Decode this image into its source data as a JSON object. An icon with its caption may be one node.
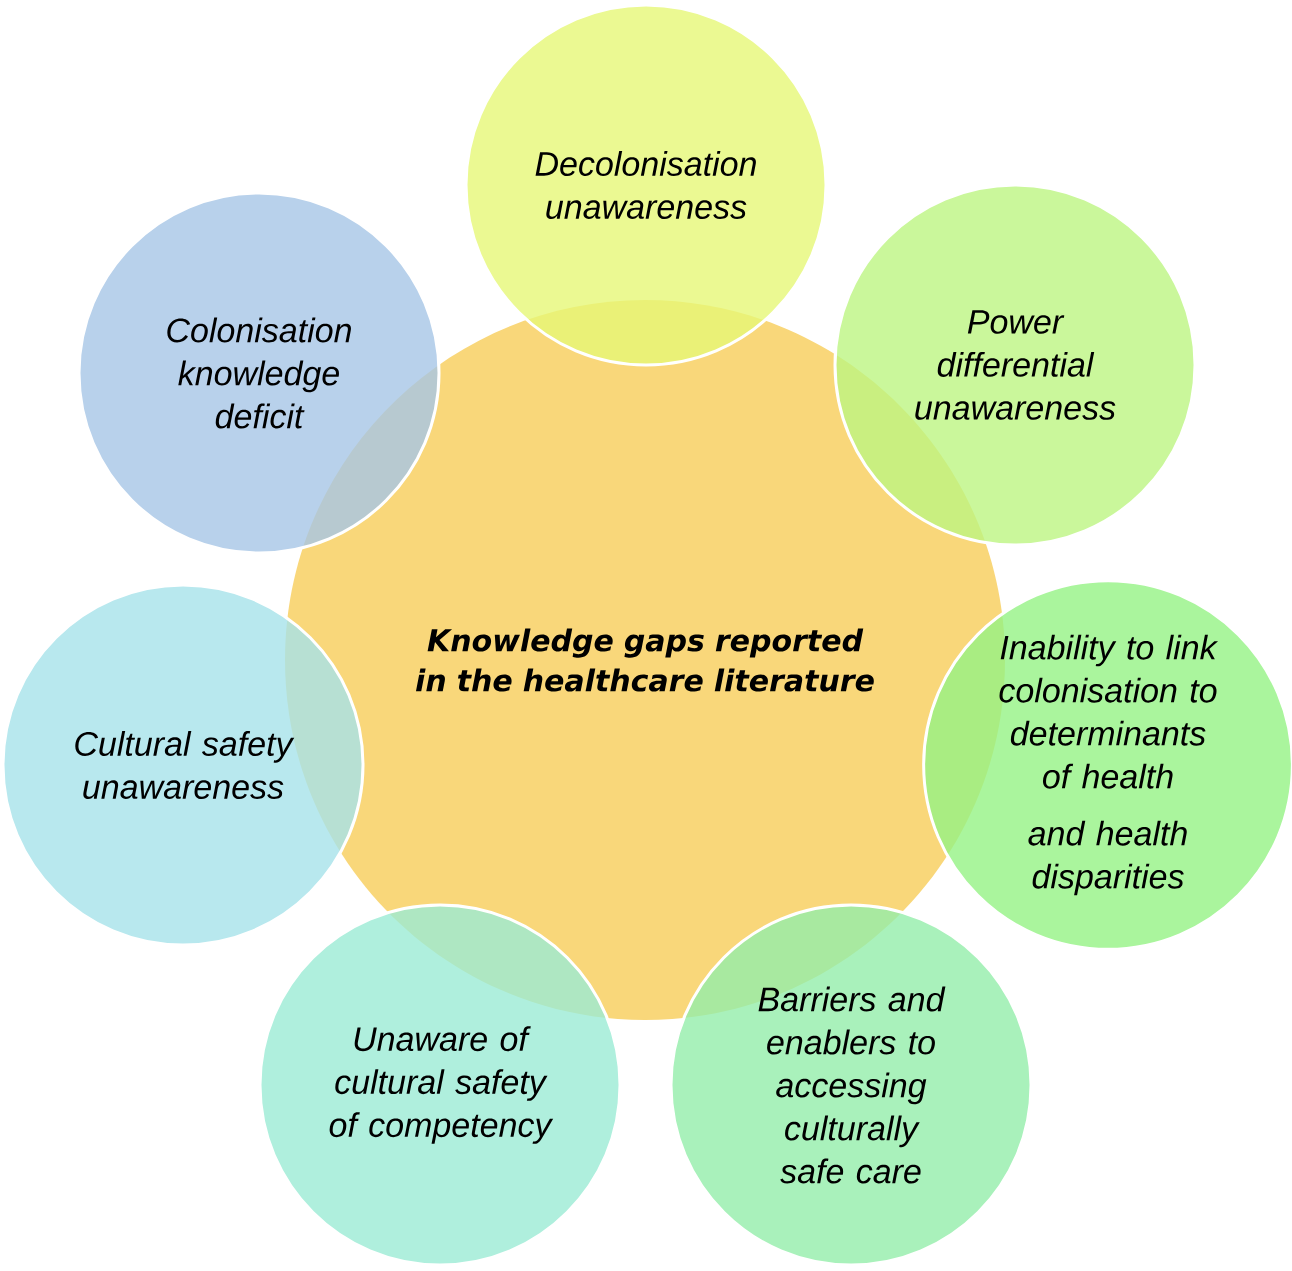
{
  "diagram": {
    "nodes": [
      {
        "text": [
          "Knowledge gaps reported in the healthcare literature"
        ]
      },
      {
        "text": [
          "Decolonisation unawareness"
        ]
      },
      {
        "text": [
          "Power differential unawareness"
        ]
      },
      {
        "text": [
          "Inability to link colonisation to determinants of health",
          "and health disparities"
        ]
      },
      {
        "text": [
          "Barriers and enablers to accessing culturally safe care"
        ]
      },
      {
        "text": [
          "Unaware of cultural safety of competency"
        ]
      },
      {
        "text": [
          "Cultural safety unawareness"
        ]
      },
      {
        "text": [
          "Colonisation knowledge deficit"
        ]
      }
    ]
  }
}
